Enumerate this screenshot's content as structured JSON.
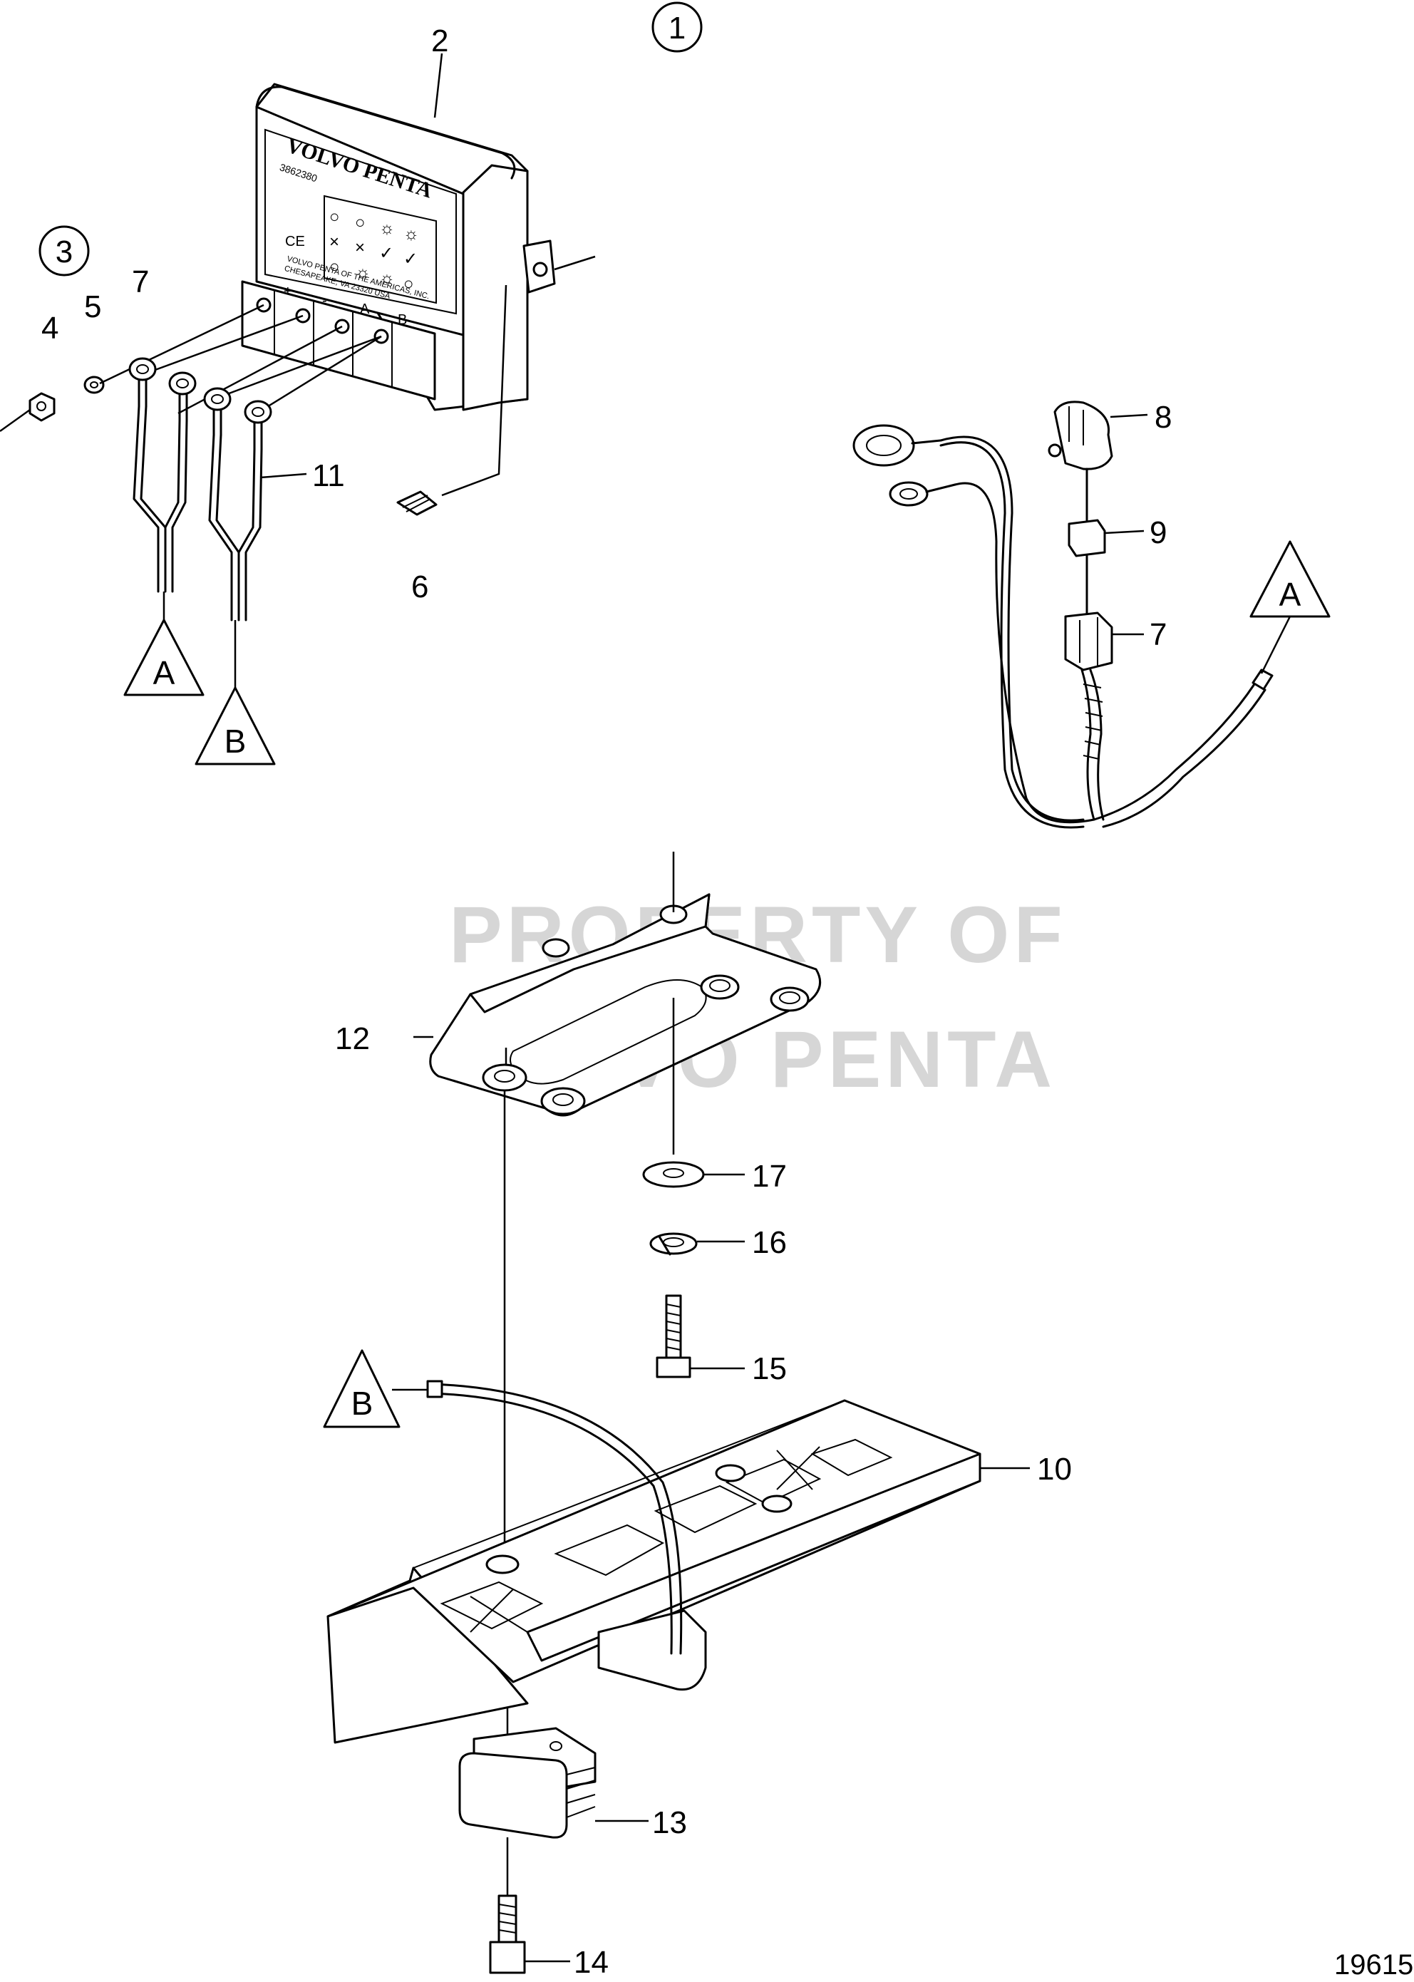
{
  "figure": {
    "ref_number": "19615",
    "watermark": [
      "PROPERTY OF",
      "VOLVO PENTA"
    ]
  },
  "control_unit": {
    "brand": "VOLVO PENTA",
    "part_code": "3862380",
    "mark": "CE",
    "terminals": [
      "+",
      "-",
      "A",
      "B"
    ],
    "maker_line1": "VOLVO PENTA OF THE AMERICAS, INC.",
    "maker_line2": "CHESAPEAKE, VA 23320 USA",
    "status_symbols": [
      "○",
      "○",
      "☼",
      "☼",
      "×",
      "×",
      "✓",
      "✓",
      "○",
      "☼",
      "☼",
      "○"
    ]
  },
  "circled_refs": [
    {
      "id": "c1",
      "text": "1"
    },
    {
      "id": "c3",
      "text": "3"
    }
  ],
  "triangles": [
    {
      "id": "A1",
      "text": "A"
    },
    {
      "id": "B1",
      "text": "B"
    },
    {
      "id": "A2",
      "text": "A"
    },
    {
      "id": "B2",
      "text": "B"
    }
  ],
  "callouts": [
    {
      "id": "p2",
      "text": "2"
    },
    {
      "id": "p4",
      "text": "4"
    },
    {
      "id": "p5",
      "text": "5"
    },
    {
      "id": "p7a",
      "text": "7"
    },
    {
      "id": "p11",
      "text": "11"
    },
    {
      "id": "p6",
      "text": "6"
    },
    {
      "id": "p8",
      "text": "8"
    },
    {
      "id": "p9",
      "text": "9"
    },
    {
      "id": "p7b",
      "text": "7"
    },
    {
      "id": "p12",
      "text": "12"
    },
    {
      "id": "p17",
      "text": "17"
    },
    {
      "id": "p16",
      "text": "16"
    },
    {
      "id": "p15",
      "text": "15"
    },
    {
      "id": "p10",
      "text": "10"
    },
    {
      "id": "p13",
      "text": "13"
    },
    {
      "id": "p14",
      "text": "14"
    }
  ]
}
